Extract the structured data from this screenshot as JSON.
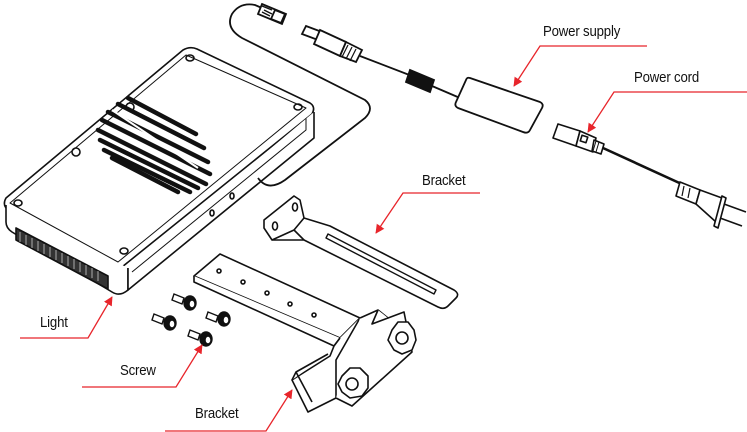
{
  "diagram": {
    "labels": {
      "power_supply": "Power supply",
      "power_cord": "Power cord",
      "bracket_upper": "Bracket",
      "bracket_lower": "Bracket",
      "light": "Light",
      "screw": "Screw"
    },
    "colors": {
      "leader": "#e8252b",
      "stroke": "#111111",
      "background": "#ffffff"
    }
  }
}
